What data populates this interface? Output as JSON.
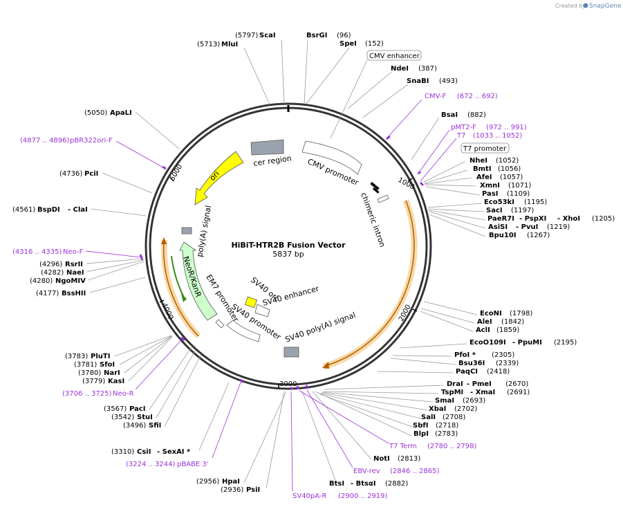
{
  "credit": {
    "prefix": "Created by",
    "brand": "SnapGene"
  },
  "title": "HiBiT-HTR2B Fusion Vector",
  "subtitle": "5837 bp",
  "ticks": [
    "1000",
    "2000",
    "3000",
    "4000",
    "5000"
  ],
  "feature_labels": {
    "cer": "cer region",
    "cmv": "CMV promoter",
    "intron": "chimeric intron",
    "ori": "ori",
    "polya": "poly(A) signal",
    "neor": "NeoR/KanR",
    "em7": "EM7 promoter",
    "sv40p": "SV40 promoter",
    "sv40ori": "SV40 ori",
    "sv40enh": "SV40 enhancer",
    "sv40pa": "SV40 poly(A) signal"
  },
  "box_labels": {
    "cmv_enh": "CMV enhancer",
    "t7_prom": "T7 promoter"
  },
  "sites": {
    "scai": "ScaI",
    "scai_pos": "(5797)",
    "mlui": "MluI",
    "mlui_pos": "(5713)",
    "bsrgi": "BsrGI",
    "bsrgi_pos": "(96)",
    "spei": "SpeI",
    "spei_pos": "(152)",
    "ndei": "NdeI",
    "ndei_pos": "(387)",
    "snabi": "SnaBI",
    "snabi_pos": "(493)",
    "bsai": "BsaI",
    "bsai_pos": "(882)",
    "nhei": "NheI",
    "nhei_pos": "(1052)",
    "bmti": "BmtI",
    "bmti_pos": "(1056)",
    "afei": "AfeI",
    "afei_pos": "(1057)",
    "xmni": "XmnI",
    "xmni_pos": "(1071)",
    "pasi": "PasI",
    "pasi_pos": "(1109)",
    "eco53ki": "Eco53kI",
    "eco53ki_pos": "(1195)",
    "saci": "SacI",
    "saci_pos": "(1197)",
    "paer7i": "PaeR7I",
    "pspxi": "- PspXI",
    "xhoi": "- XhoI",
    "xhoi_pos": "(1205)",
    "asisi": "AsiSI",
    "pvui": "- PvuI",
    "pvui_pos": "(1219)",
    "bpu10i": "Bpu10I",
    "bpu10i_pos": "(1267)",
    "econi": "EcoNI",
    "econi_pos": "(1798)",
    "alei": "AleI",
    "alei_pos": "(1842)",
    "acli": "AclI",
    "acli_pos": "(1859)",
    "ecoo109i": "EcoO109I",
    "ppumi": "- PpuMI",
    "ppumi_pos": "(2195)",
    "pfoi": "PfoI *",
    "pfoi_pos": "(2305)",
    "bsu36i": "Bsu36I",
    "bsu36i_pos": "(2339)",
    "paqci": "PaqCI",
    "paqci_pos": "(2418)",
    "drai": "DraI",
    "pmei": "- PmeI",
    "pmei_pos": "(2670)",
    "tspmi": "TspMI",
    "xmai": "- XmaI",
    "xmai_pos": "(2691)",
    "smai": "SmaI",
    "smai_pos": "(2693)",
    "xbai": "XbaI",
    "xbai_pos": "(2702)",
    "sali": "SalI",
    "sali_pos": "(2708)",
    "sbfi": "SbfI",
    "sbfi_pos": "(2718)",
    "blpi": "BlpI",
    "blpi_pos": "(2783)",
    "noti": "NotI",
    "noti_pos": "(2813)",
    "btsi": "BtsI",
    "btsai": "- BtsαI",
    "btsai_pos": "(2882)",
    "hpai": "HpaI",
    "hpai_pos": "(2956)",
    "psii": "PsiI",
    "psii_pos": "(2936)",
    "csii": "CsiI",
    "sexai": "- SexAI *",
    "sexai_pos": "(3310)",
    "sfii": "SfiI",
    "sfii_pos": "(3496)",
    "stui": "StuI",
    "stui_pos": "(3542)",
    "paci": "PacI",
    "paci_pos": "(3567)",
    "kasi": "KasI",
    "kasi_pos": "(3779)",
    "nari": "NarI",
    "nari_pos": "(3780)",
    "sfoi": "SfoI",
    "sfoi_pos": "(3781)",
    "pluti": "PluTI",
    "pluti_pos": "(3783)",
    "bsshii": "BssHII",
    "bsshii_pos": "(4177)",
    "ngomiv": "NgoMIV",
    "ngomiv_pos": "(4280)",
    "naei": "NaeI",
    "naei_pos": "(4282)",
    "rsrii": "RsrII",
    "rsrii_pos": "(4296)",
    "bspdi": "BspDI",
    "clai": "- ClaI",
    "clai_pos": "(4561)",
    "pcii": "PciI",
    "pcii_pos": "(4736)",
    "apali": "ApaLI",
    "apali_pos": "(5050)"
  },
  "primers": {
    "cmvf": "CMV-F",
    "cmvf_pos": "(672 .. 692)",
    "pmt2f": "pMT2-F",
    "pmt2f_pos": "(972 .. 991)",
    "t7": "T7",
    "t7_pos": "(1033 .. 1052)",
    "t7term": "T7 Term",
    "t7term_pos": "(2780 .. 2798)",
    "ebvrev": "EBV-rev",
    "ebvrev_pos": "(2846 .. 2865)",
    "sv40par": "SV40pA-R",
    "sv40par_pos": "(2900 .. 2919)",
    "pbabe3": "pBABE 3'",
    "pbabe3_pos": "(3224 .. 3244)",
    "neor": "Neo-R",
    "neor_pos": "(3706 .. 3725)",
    "neof": "Neo-F",
    "neof_pos": "(4316 .. 4335)",
    "pbr322": "pBR322ori-F",
    "pbr322_pos": "(4877 .. 4896)"
  },
  "colors": {
    "backbone": "#333333",
    "ori": "#ffff00",
    "neor": "#ccffcc",
    "promoter": "#ffffff",
    "grey_feature": "#9aa3ad",
    "orf_orange": "#f8d9a7",
    "orf_line": "#b35e00",
    "primer": "#9b30d9",
    "credit_brand": "#5b87b5"
  }
}
